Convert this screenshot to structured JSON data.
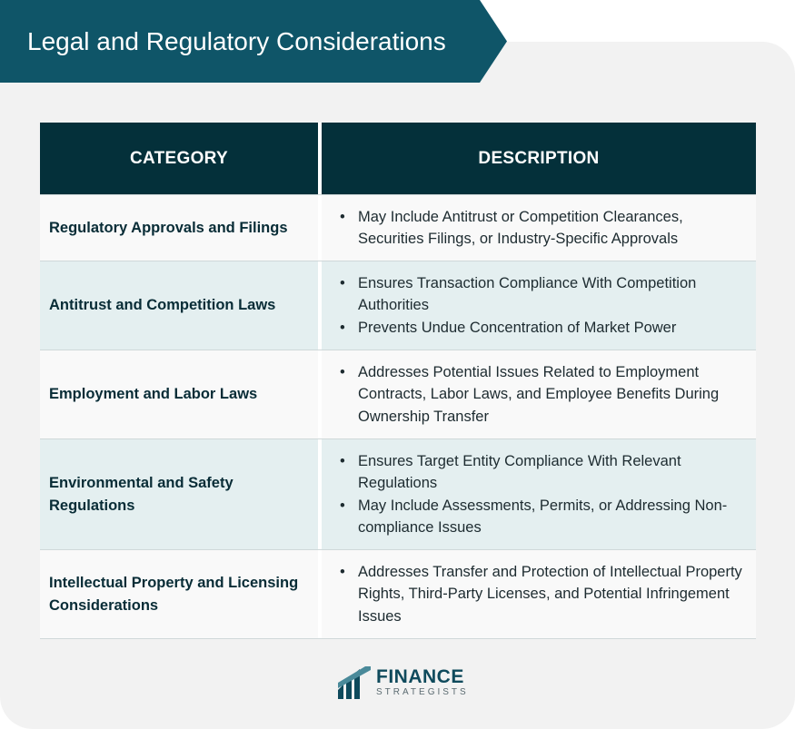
{
  "title": "Legal and Regulatory Considerations",
  "table": {
    "headers": [
      "CATEGORY",
      "DESCRIPTION"
    ],
    "rows": [
      {
        "category": "Regulatory Approvals and Filings",
        "bullets": [
          "May Include Antitrust or Competition Clearances, Securities Filings, or Industry-Specific Approvals"
        ]
      },
      {
        "category": "Antitrust and Competition Laws",
        "bullets": [
          "Ensures Transaction Compliance With Competition Authorities",
          "Prevents Undue Concentration of Market Power"
        ]
      },
      {
        "category": "Employment and Labor Laws",
        "bullets": [
          "Addresses Potential Issues Related to Employment Contracts, Labor Laws, and Employee Benefits During Ownership Transfer"
        ]
      },
      {
        "category": "Environmental and Safety Regulations",
        "bullets": [
          "Ensures Target Entity Compliance With Relevant Regulations",
          "May Include Assessments, Permits, or Addressing Non-compliance Issues"
        ]
      },
      {
        "category": "Intellectual Property and Licensing Considerations",
        "bullets": [
          "Addresses Transfer and Protection of Intellectual Property Rights, Third-Party Licenses, and Potential Infringement Issues"
        ]
      }
    ]
  },
  "logo": {
    "name": "FINANCE",
    "tagline": "STRATEGISTS",
    "icon": "finance-strategists-logo-icon"
  },
  "colors": {
    "banner": "#0f5568",
    "header": "#04303a",
    "row_alt": "#e4eff0"
  }
}
